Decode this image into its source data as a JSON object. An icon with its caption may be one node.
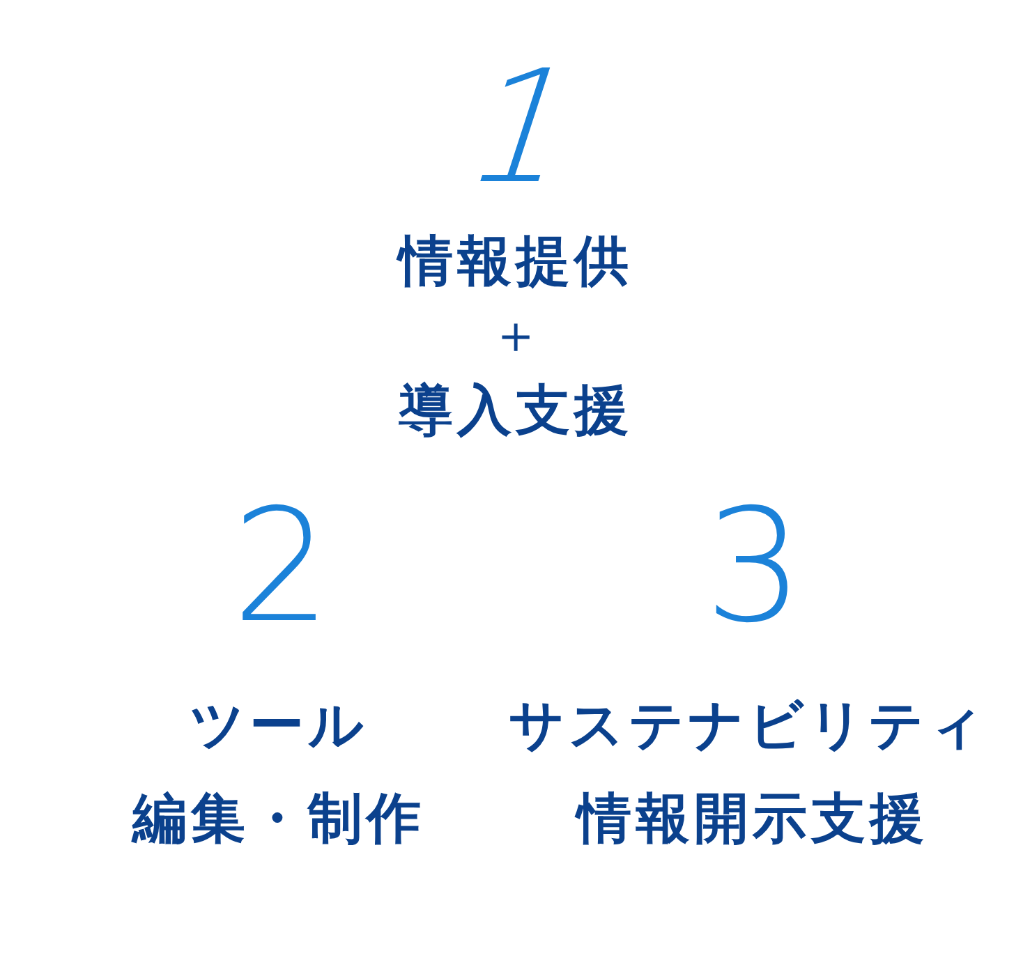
{
  "diagram": {
    "labels": [
      "1",
      "情報提供",
      "＋",
      "導入支援",
      "2",
      "ツール",
      "編集・制作",
      "3",
      "サステナビリティ",
      "情報開示支援"
    ]
  }
}
